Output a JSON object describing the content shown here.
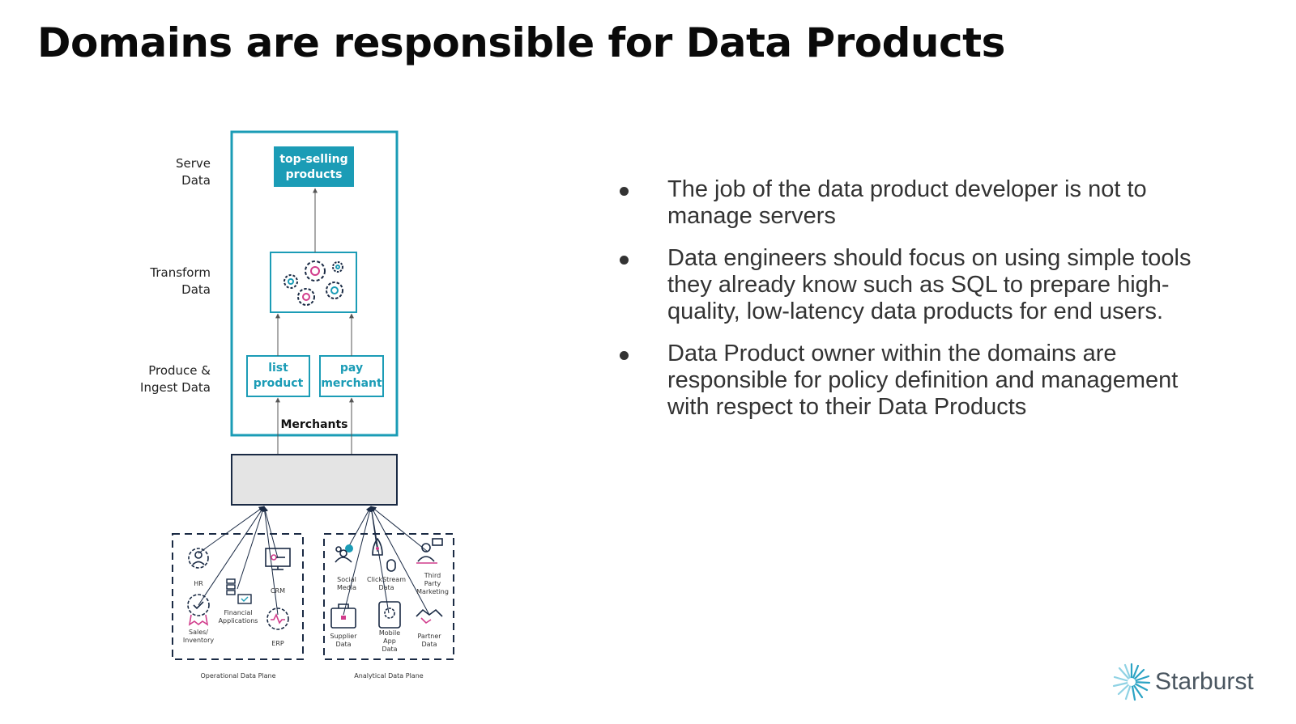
{
  "slide": {
    "title": "Domains are responsible for Data Products",
    "bullets": [
      "The job of the data product developer is not to manage servers",
      "Data engineers should focus on using simple tools they already know such as SQL to prepare high-quality, low-latency data products for end users.",
      "Data Product owner within the domains are responsible for policy definition and management with respect to their Data Products"
    ]
  },
  "diagram": {
    "stages": {
      "serve": [
        "Serve",
        "Data"
      ],
      "transform": [
        "Transform",
        "Data"
      ],
      "produce": [
        "Produce &",
        "Ingest Data"
      ]
    },
    "top_box": [
      "top-selling",
      "products"
    ],
    "list_box": [
      "list",
      "product"
    ],
    "pay_box": [
      "pay",
      "merchant"
    ],
    "domain_label": "Merchants",
    "operational": {
      "label": "Operational Data Plane",
      "sources": {
        "hr": [
          "HR"
        ],
        "crm": [
          "CRM"
        ],
        "financial": [
          "Financial",
          "Applications"
        ],
        "sales": [
          "Sales/",
          "Inventory"
        ],
        "erp": [
          "ERP"
        ]
      }
    },
    "analytical": {
      "label": "Analytical Data Plane",
      "sources": {
        "social": [
          "Social",
          "Media"
        ],
        "clickstream": [
          "ClickStream",
          "Data"
        ],
        "thirdparty": [
          "Third",
          "Party",
          "Marketing"
        ],
        "supplier": [
          "Supplier",
          "Data"
        ],
        "mobile": [
          "Mobile",
          "App",
          "Data"
        ],
        "partner": [
          "Partner",
          "Data"
        ]
      }
    },
    "colors": {
      "teal": "#1b9cb6",
      "gear_pink": "#d13d8c",
      "navy": "#1a2a44"
    }
  },
  "logo": {
    "name": "Starburst",
    "icon": "starburst-icon"
  }
}
